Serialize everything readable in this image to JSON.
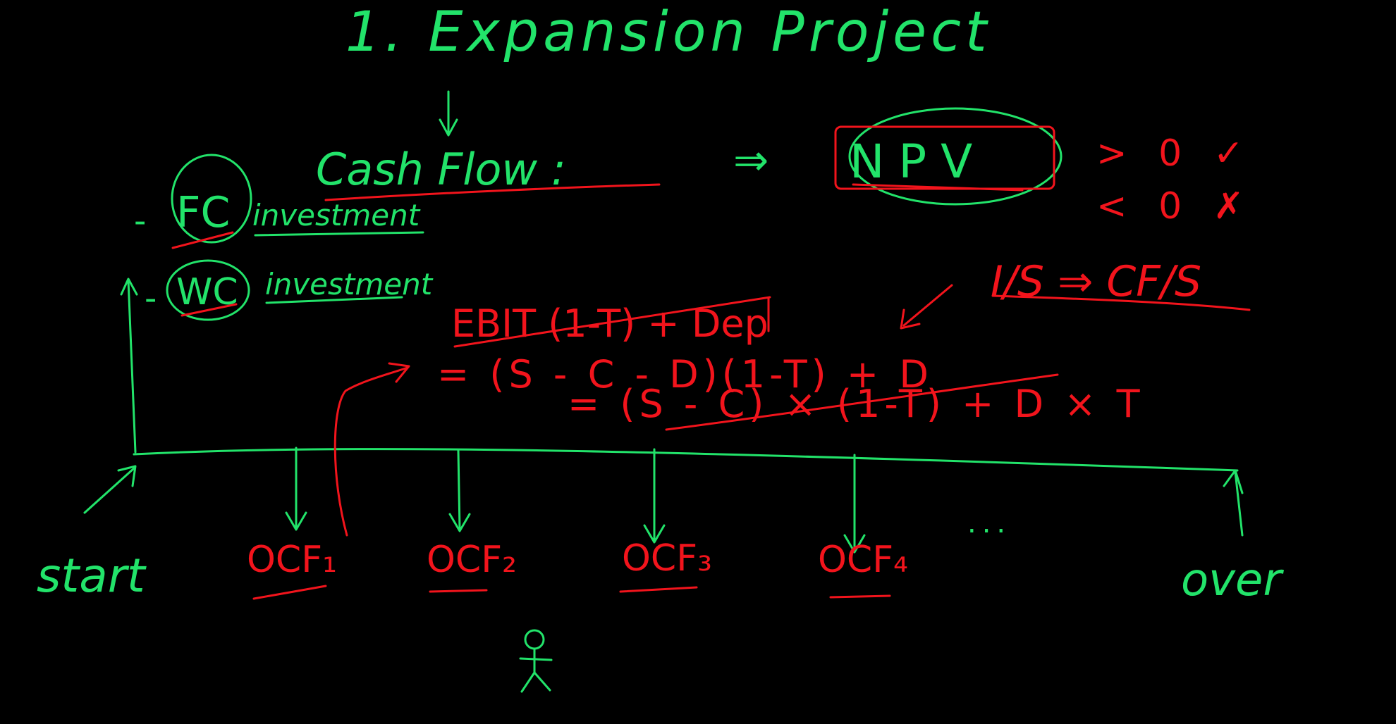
{
  "title": "1. Expansion Project",
  "cash_flow": "Cash Flow :",
  "implies": "⇒",
  "npv": "NPV",
  "accept": "> 0 ✓",
  "reject": "< 0 ✗",
  "investments": [
    {
      "sign": "-",
      "label": "FC",
      "note": "investment"
    },
    {
      "sign": "-",
      "label": "WC",
      "note": "investment"
    }
  ],
  "ocf_rule": "I/S ⇒ CF/S",
  "formula": {
    "line1": "EBIT (1-T) + Dep",
    "line2": "= (S - C - D)(1-T) + D",
    "line3": "= (S - C) × (1-T) + D × T"
  },
  "timeline": {
    "start": "start",
    "end": "over",
    "cashflows": [
      "OCF₁",
      "OCF₂",
      "OCF₃",
      "OCF₄"
    ],
    "ellipsis": "..."
  },
  "colors": {
    "green": "#22e36a",
    "red": "#f2141c",
    "background": "#000000"
  }
}
